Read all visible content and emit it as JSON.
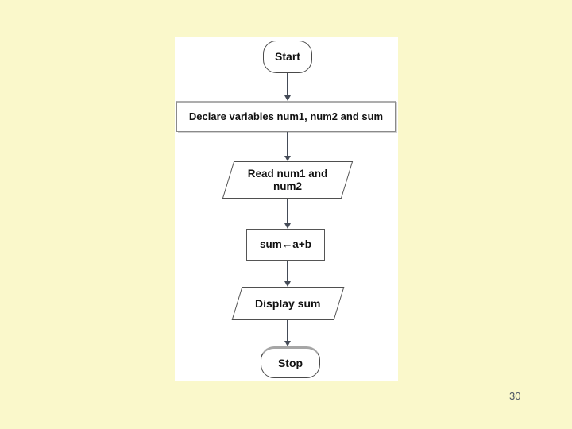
{
  "slide": {
    "background_color": "#FAF8CB",
    "page_number": "30"
  },
  "flowchart": {
    "colors": {
      "canvas": "#FFFFFF",
      "shape_border": "#555555",
      "declare_top_border": "#ADADAD",
      "arrow": "#444B57",
      "text": "#111111"
    },
    "nodes": [
      {
        "id": "start",
        "shape": "terminator",
        "label": "Start"
      },
      {
        "id": "declare",
        "shape": "process",
        "label": "Declare variables num1, num2 and sum"
      },
      {
        "id": "read",
        "shape": "parallelogram",
        "label": "Read num1 and num2"
      },
      {
        "id": "assign",
        "shape": "process",
        "label": "sum←a+b"
      },
      {
        "id": "display",
        "shape": "parallelogram",
        "label": "Display sum"
      },
      {
        "id": "stop",
        "shape": "terminator",
        "label": "Stop"
      }
    ],
    "edges": [
      {
        "from": "start",
        "to": "declare"
      },
      {
        "from": "declare",
        "to": "read"
      },
      {
        "from": "read",
        "to": "assign"
      },
      {
        "from": "assign",
        "to": "display"
      },
      {
        "from": "display",
        "to": "stop"
      }
    ]
  }
}
